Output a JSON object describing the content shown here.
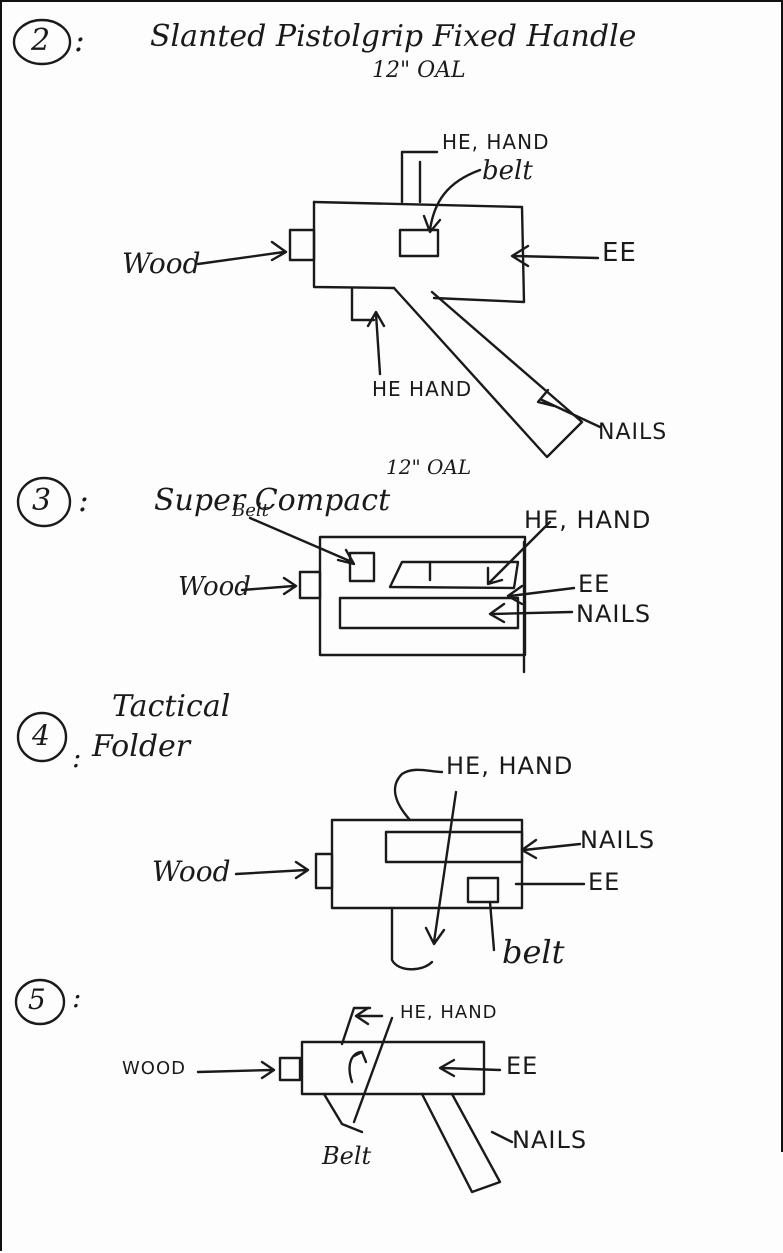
{
  "sketch2": {
    "number": "2",
    "colon": ":",
    "title": "Slanted Pistolgrip Fixed Handle",
    "oal": "12\" OAL",
    "labels": {
      "he_hand_top": "HE, HAND",
      "belt": "belt",
      "wood": "Wood",
      "ee": "EE",
      "he_hand_bottom": "HE HAND",
      "nails": "NAILS"
    }
  },
  "sketch3": {
    "oal": "12\" OAL",
    "number": "3",
    "colon": ":",
    "title": "Super Compact",
    "labels": {
      "belt": "Belt",
      "he_hand": "HE, HAND",
      "ee": "EE",
      "wood": "Wood",
      "nails": "NAILS"
    }
  },
  "sketch4": {
    "number": "4",
    "colon": ":",
    "title_line1": "Tactical",
    "title_line2": "Folder",
    "labels": {
      "he_hand": "HE, HAND",
      "nails": "NAILS",
      "wood": "Wood",
      "ee": "EE",
      "belt": "belt"
    }
  },
  "sketch5": {
    "number": "5",
    "colon": ":",
    "labels": {
      "he_hand": "HE, HAND",
      "ee": "EE",
      "wood": "WOOD",
      "nails": "NAILS",
      "belt": "Belt"
    }
  }
}
